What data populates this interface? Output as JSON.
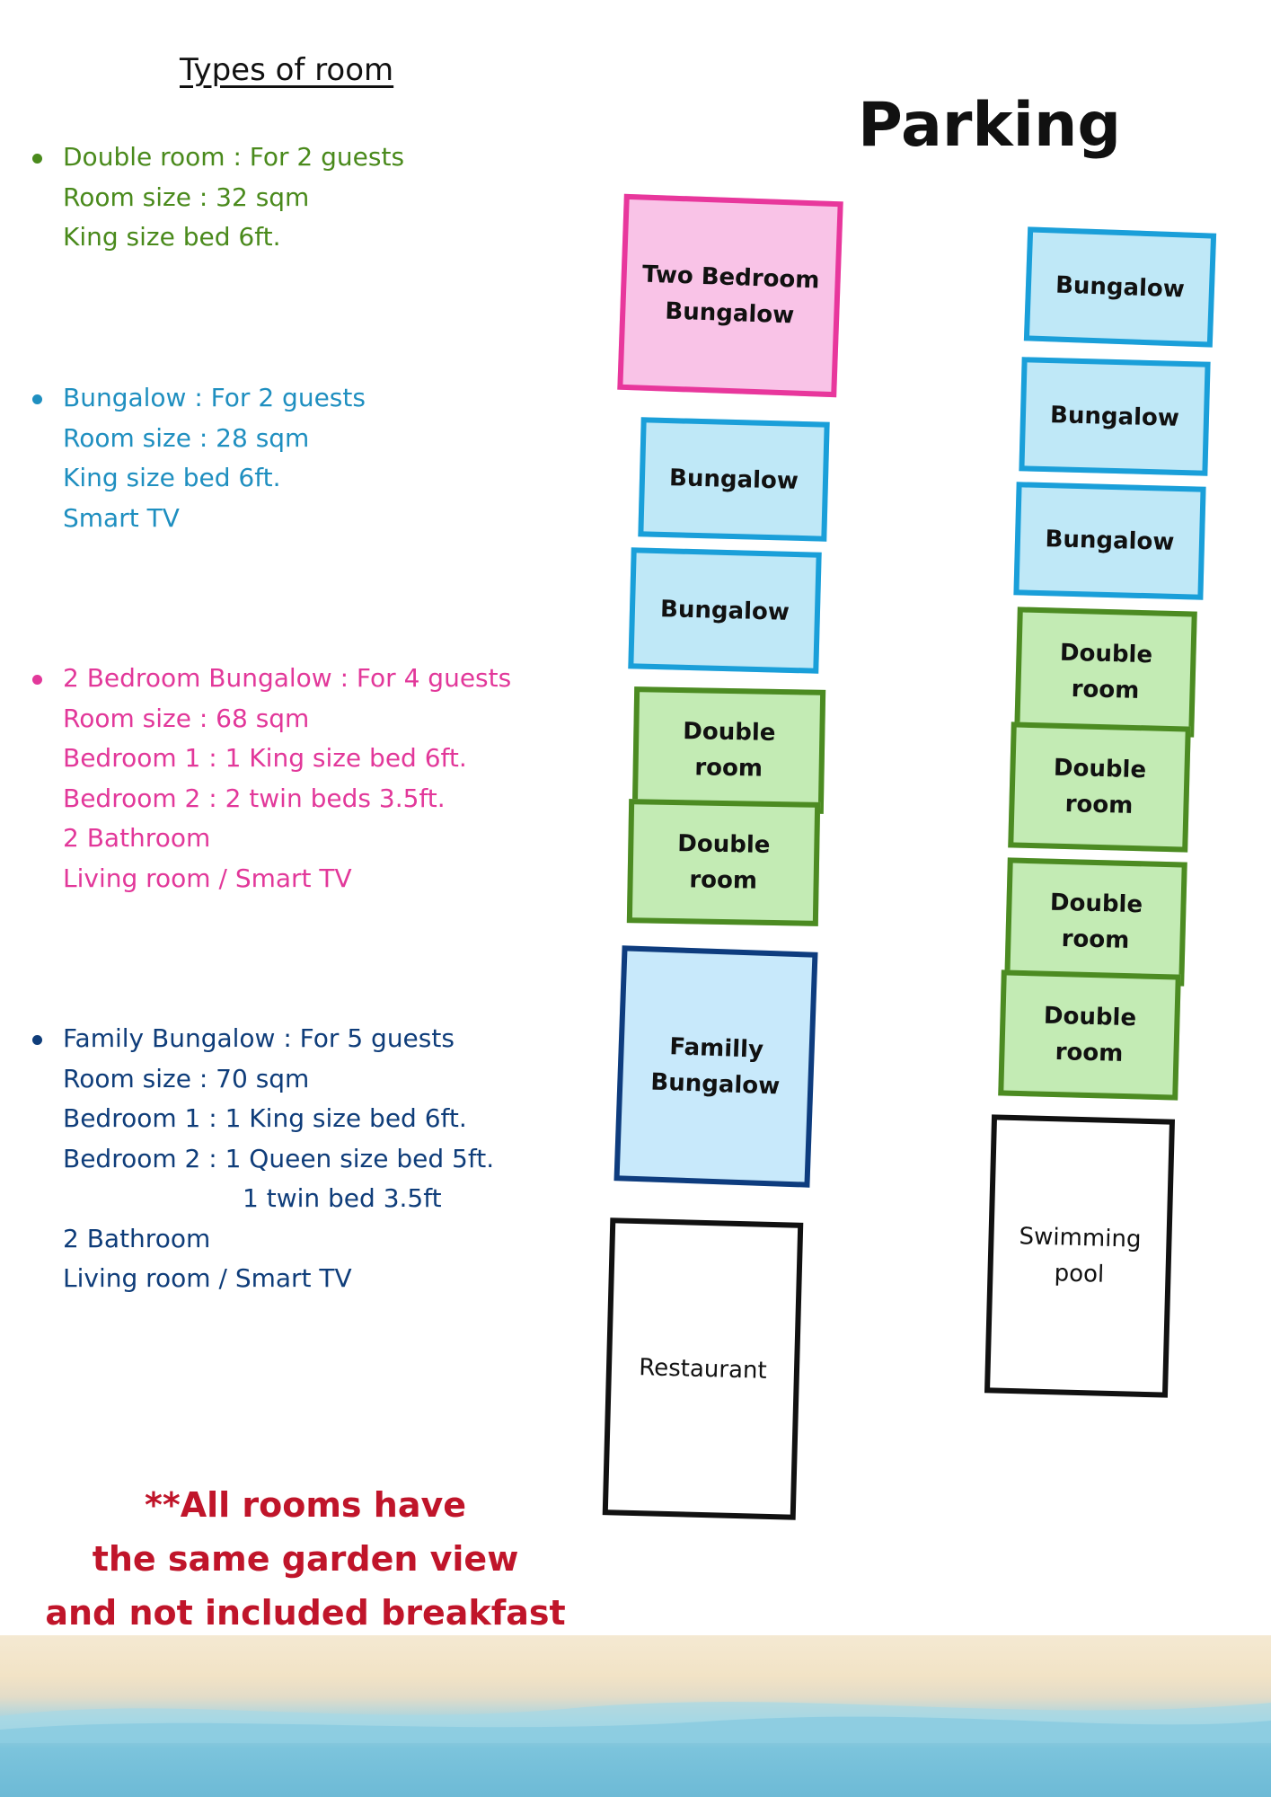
{
  "heading": "Types of room",
  "parking": "Parking",
  "types": {
    "double": {
      "title": "Double room : For 2 guests",
      "lines": [
        "Room size : 32 sqm",
        "King size bed 6ft."
      ],
      "color": "#4a8a1c"
    },
    "bungalow": {
      "title": "Bungalow : For 2 guests",
      "lines": [
        "Room size : 28 sqm",
        "King size bed 6ft.",
        "Smart TV"
      ],
      "color": "#1f8fc0"
    },
    "two_bedroom": {
      "title": "2 Bedroom Bungalow : For 4 guests",
      "lines": [
        "Room size : 68 sqm",
        "Bedroom 1 : 1 King size bed 6ft.",
        "Bedroom 2 : 2 twin beds 3.5ft.",
        "2 Bathroom",
        "Living room / Smart TV"
      ],
      "color": "#e2389a"
    },
    "family": {
      "title": "Family Bungalow : For 5 guests",
      "lines": [
        "Room size : 70 sqm",
        "Bedroom 1 : 1 King size bed 6ft.",
        "Bedroom 2 : 1 Queen size bed 5ft.",
        "1 twin bed 3.5ft",
        "2 Bathroom",
        "Living room / Smart TV"
      ],
      "color": "#0f3d7a"
    }
  },
  "map": {
    "left_column": [
      {
        "label": "Two Bedroom\nBungalow",
        "kind": "two-bed"
      },
      {
        "label": "Bungalow",
        "kind": "bungalow"
      },
      {
        "label": "Bungalow",
        "kind": "bungalow"
      },
      {
        "label": "Double\nroom",
        "kind": "double"
      },
      {
        "label": "Double\nroom",
        "kind": "double"
      },
      {
        "label": "Familly\nBungalow",
        "kind": "family"
      },
      {
        "label": "Restaurant",
        "kind": "facility"
      }
    ],
    "right_column": [
      {
        "label": "Bungalow",
        "kind": "bungalow"
      },
      {
        "label": "Bungalow",
        "kind": "bungalow"
      },
      {
        "label": "Bungalow",
        "kind": "bungalow"
      },
      {
        "label": "Double\nroom",
        "kind": "double"
      },
      {
        "label": "Double\nroom",
        "kind": "double"
      },
      {
        "label": "Double\nroom",
        "kind": "double"
      },
      {
        "label": "Double\nroom",
        "kind": "double"
      },
      {
        "label": "Swimming\npool",
        "kind": "facility"
      }
    ]
  },
  "note": [
    "**All rooms have",
    "the same garden view",
    "and not included breakfast"
  ],
  "colors": {
    "note": "#c0152a",
    "bungalow_border": "#1a9fd9",
    "double_border": "#4c8b22",
    "two_bed_border": "#e8379c",
    "family_border": "#0e3c7e"
  }
}
